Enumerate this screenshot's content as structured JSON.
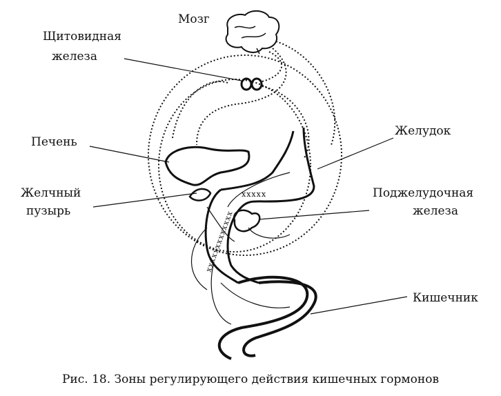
{
  "labels": {
    "brain": "Мозг",
    "thyroid_1": "Щитовидная",
    "thyroid_2": "железа",
    "liver": "Печень",
    "gallbladder_1": "Желчный",
    "gallbladder_2": "пузырь",
    "stomach": "Желудок",
    "pancreas_1": "Поджелудочная",
    "pancreas_2": "железа",
    "intestine": "Кишечник"
  },
  "caption": "Рис. 18. Зоны регулирующего действия кишечных гормонов"
}
